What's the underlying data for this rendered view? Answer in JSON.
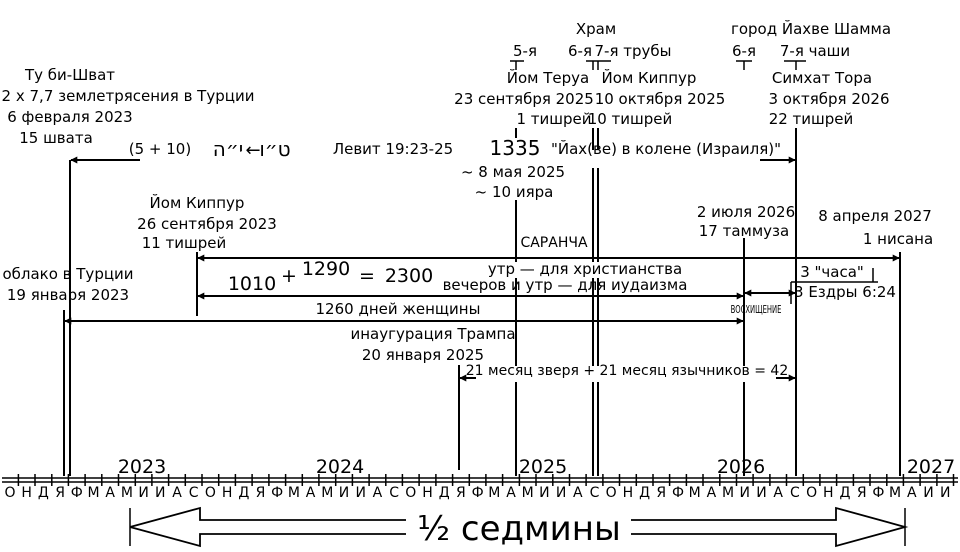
{
  "events": {
    "tu_bishvat": {
      "name": "Ту би-Шват",
      "desc": "2 х 7,7 землетрясения в Турции",
      "date": "6 февраля 2023",
      "heb": "15 швата"
    },
    "cloud": {
      "name": "облако в Турции",
      "date": "19 января 2023"
    },
    "yom_kippur_2023": {
      "name": "Йом Киппур",
      "date": "26 сентября 2023",
      "heb": "11 тишрей"
    },
    "yom_terua": {
      "num": "5-я",
      "name": "Йом Теруа",
      "date": "23 сентября 2025",
      "heb": "1 тишрей"
    },
    "temple": {
      "label": "Храм"
    },
    "yom_kippur_2025": {
      "num": "6-я",
      "trumpets": "7-я трубы",
      "name": "Йом Киппур",
      "date": "10 октября 2025",
      "heb": "10 тишрей"
    },
    "simchat_torah": {
      "city": "город Йахве Шамма",
      "num": "6-я",
      "bowls": "7-я чаши",
      "name": "Симхат Тора",
      "date": "3 октября 2026",
      "heb": "22 тишрей"
    },
    "may_2025": {
      "date": "~ 8 мая 2025",
      "heb": "~ 10 ияра"
    },
    "locust": {
      "label": "САРАНЧА"
    },
    "july_2026": {
      "date": "2 июля 2026",
      "heb": "17 таммуза"
    },
    "april_2027": {
      "date": "8 апреля 2027",
      "heb": "1 нисана"
    },
    "trump": {
      "name": "инаугурация Трампа",
      "date": "20 января 2025"
    },
    "rapture": {
      "label": "ВОСХИЩЕНИЕ"
    }
  },
  "spans": {
    "leviticus": {
      "formula": "(5 + 10)",
      "hebrew_a": "ט״ו",
      "arrow": "←",
      "hebrew_b": "י״ה",
      "ref": "Левит 19:23-25",
      "count": "1335",
      "text": "\"Йах(ве) в колене (Израиля)\""
    },
    "morning_christian": "утр — для христианства",
    "evening_jewish": "вечеров и утр — для иудаизма",
    "equation": {
      "a": "1010",
      "plus": "+",
      "b": "1290",
      "eq": "=",
      "c": "2300"
    },
    "hours": {
      "label": "3 \"часа\"",
      "ref": "3 Ездры 6:24"
    },
    "woman": "1260 дней женщины",
    "beast": "21 месяц зверя + 21 месяц язычников = 42"
  },
  "timeline": {
    "years": [
      "2023",
      "2024",
      "2025",
      "2026",
      "2027"
    ],
    "months": [
      "О",
      "Н",
      "Д",
      "Я",
      "Ф",
      "М",
      "А",
      "М",
      "И",
      "И",
      "А",
      "С",
      "О",
      "Н",
      "Д",
      "Я",
      "Ф",
      "М",
      "А",
      "М",
      "И",
      "И",
      "А",
      "С",
      "О",
      "Н",
      "Д",
      "Я",
      "Ф",
      "М",
      "А",
      "М",
      "И",
      "И",
      "А",
      "С",
      "О",
      "Н",
      "Д",
      "Я",
      "Ф",
      "М",
      "А",
      "М",
      "И",
      "И",
      "А",
      "С",
      "О",
      "Н",
      "Д",
      "Я",
      "Ф",
      "М",
      "А",
      "И",
      "И"
    ]
  },
  "bottom": {
    "label": "½ седмины"
  }
}
